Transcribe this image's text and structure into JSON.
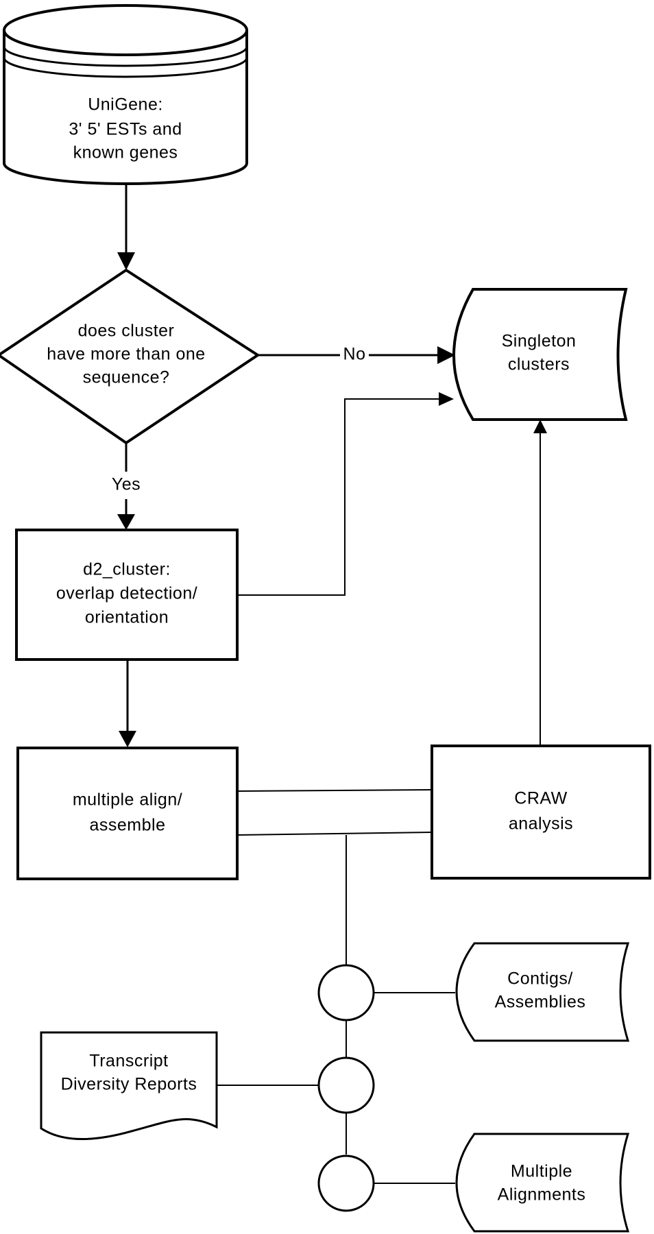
{
  "nodes": {
    "unigene": {
      "lines": [
        "UniGene:",
        "3' 5' ESTs and",
        "known genes"
      ]
    },
    "decision": {
      "lines": [
        "does cluster",
        "have more than one",
        "sequence?"
      ]
    },
    "singleton": {
      "lines": [
        "Singleton",
        "clusters"
      ]
    },
    "d2cluster": {
      "lines": [
        "d2_cluster:",
        "overlap detection/",
        "orientation"
      ]
    },
    "align": {
      "lines": [
        "multiple align/",
        "assemble"
      ]
    },
    "craw": {
      "lines": [
        "CRAW",
        "analysis"
      ]
    },
    "contigs": {
      "lines": [
        "Contigs/",
        "Assemblies"
      ]
    },
    "reports": {
      "lines": [
        "Transcript",
        "Diversity Reports"
      ]
    },
    "alignments": {
      "lines": [
        "Multiple",
        "Alignments"
      ]
    }
  },
  "edges": {
    "no_label": "No",
    "yes_label": "Yes"
  }
}
